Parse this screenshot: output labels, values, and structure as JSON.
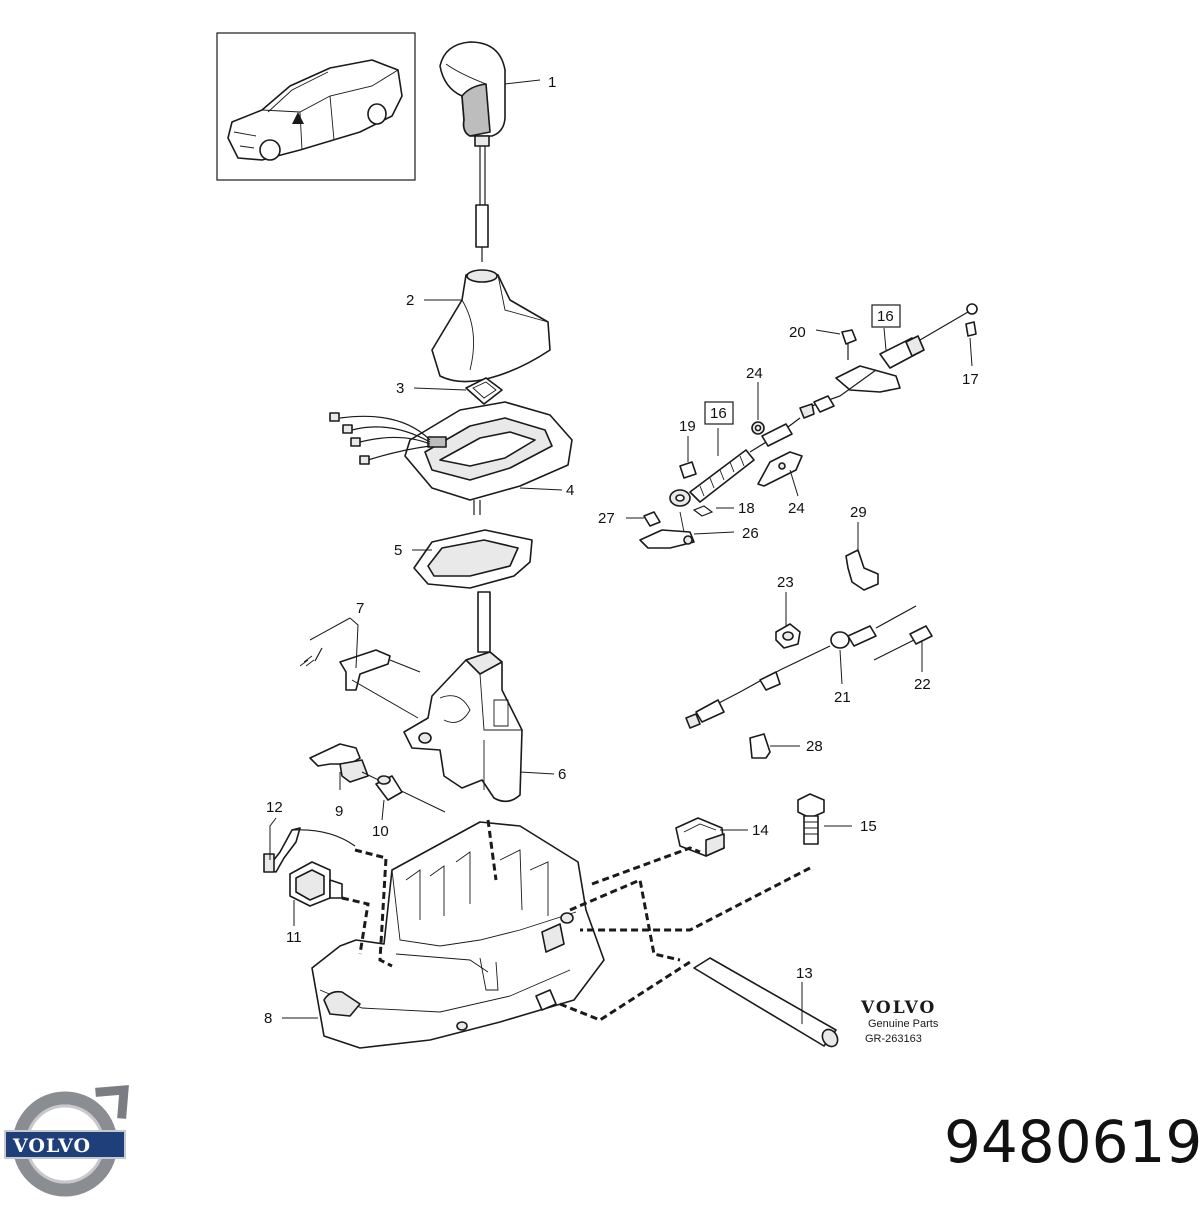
{
  "diagram": {
    "callouts": [
      "1",
      "2",
      "3",
      "4",
      "5",
      "6",
      "7",
      "8",
      "9",
      "10",
      "11",
      "12",
      "13",
      "14",
      "15",
      "16",
      "16",
      "17",
      "18",
      "19",
      "20",
      "21",
      "22",
      "23",
      "24",
      "24",
      "26",
      "27",
      "28",
      "29"
    ],
    "boxed_callouts": [
      "16"
    ],
    "brand_mark": "VOLVO",
    "brand_caption": "Genuine Parts",
    "drawing_reference": "GR-263163"
  },
  "footer": {
    "logo_text": "VOLVO",
    "part_number": "9480619"
  },
  "colors": {
    "line": "#1a1a1a",
    "logo_steel": "#8a8d92",
    "logo_blue": "#1f3f7a"
  },
  "icons": [
    "car-locator-icon",
    "volvo-logo-icon"
  ]
}
